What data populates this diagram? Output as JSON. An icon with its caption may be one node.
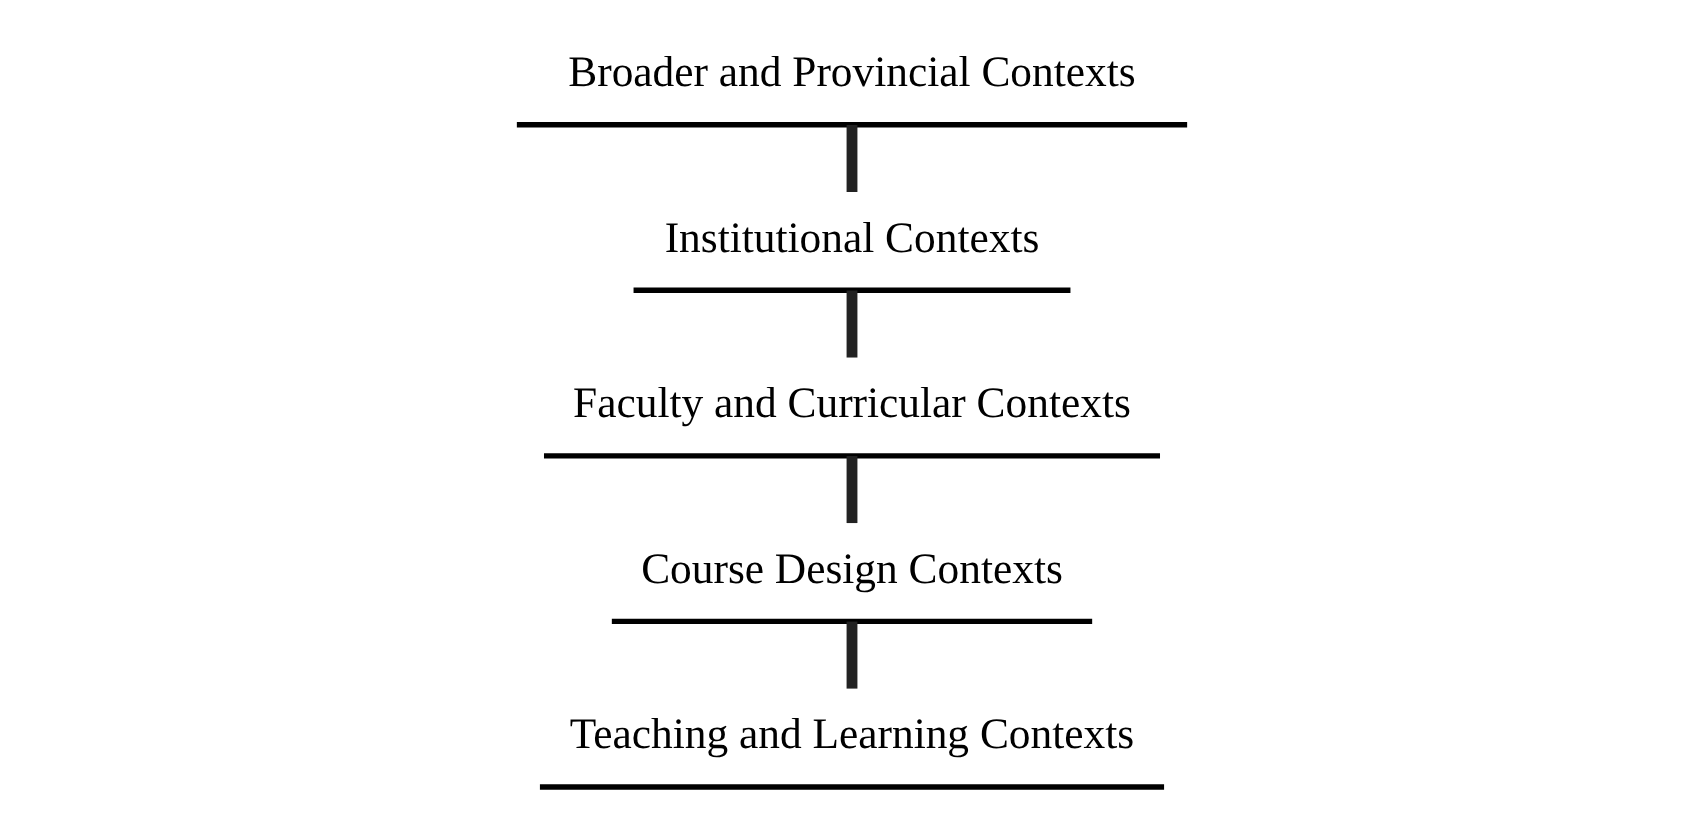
{
  "diagram": {
    "nodes": [
      {
        "text": [
          "Broader and Provincial Contexts"
        ]
      },
      {
        "text": [
          "Institutional Contexts"
        ]
      },
      {
        "text": [
          "Faculty and Curricular Contexts"
        ]
      },
      {
        "text": [
          "Course Design Contexts"
        ]
      },
      {
        "text": [
          "Teaching and Learning Contexts"
        ]
      }
    ],
    "edges": [
      {
        "from": 0,
        "to": 1,
        "arrow": "none"
      },
      {
        "from": 1,
        "to": 2,
        "arrow": "none"
      },
      {
        "from": 2,
        "to": 3,
        "arrow": "none"
      },
      {
        "from": 3,
        "to": 4,
        "arrow": "none"
      }
    ]
  }
}
